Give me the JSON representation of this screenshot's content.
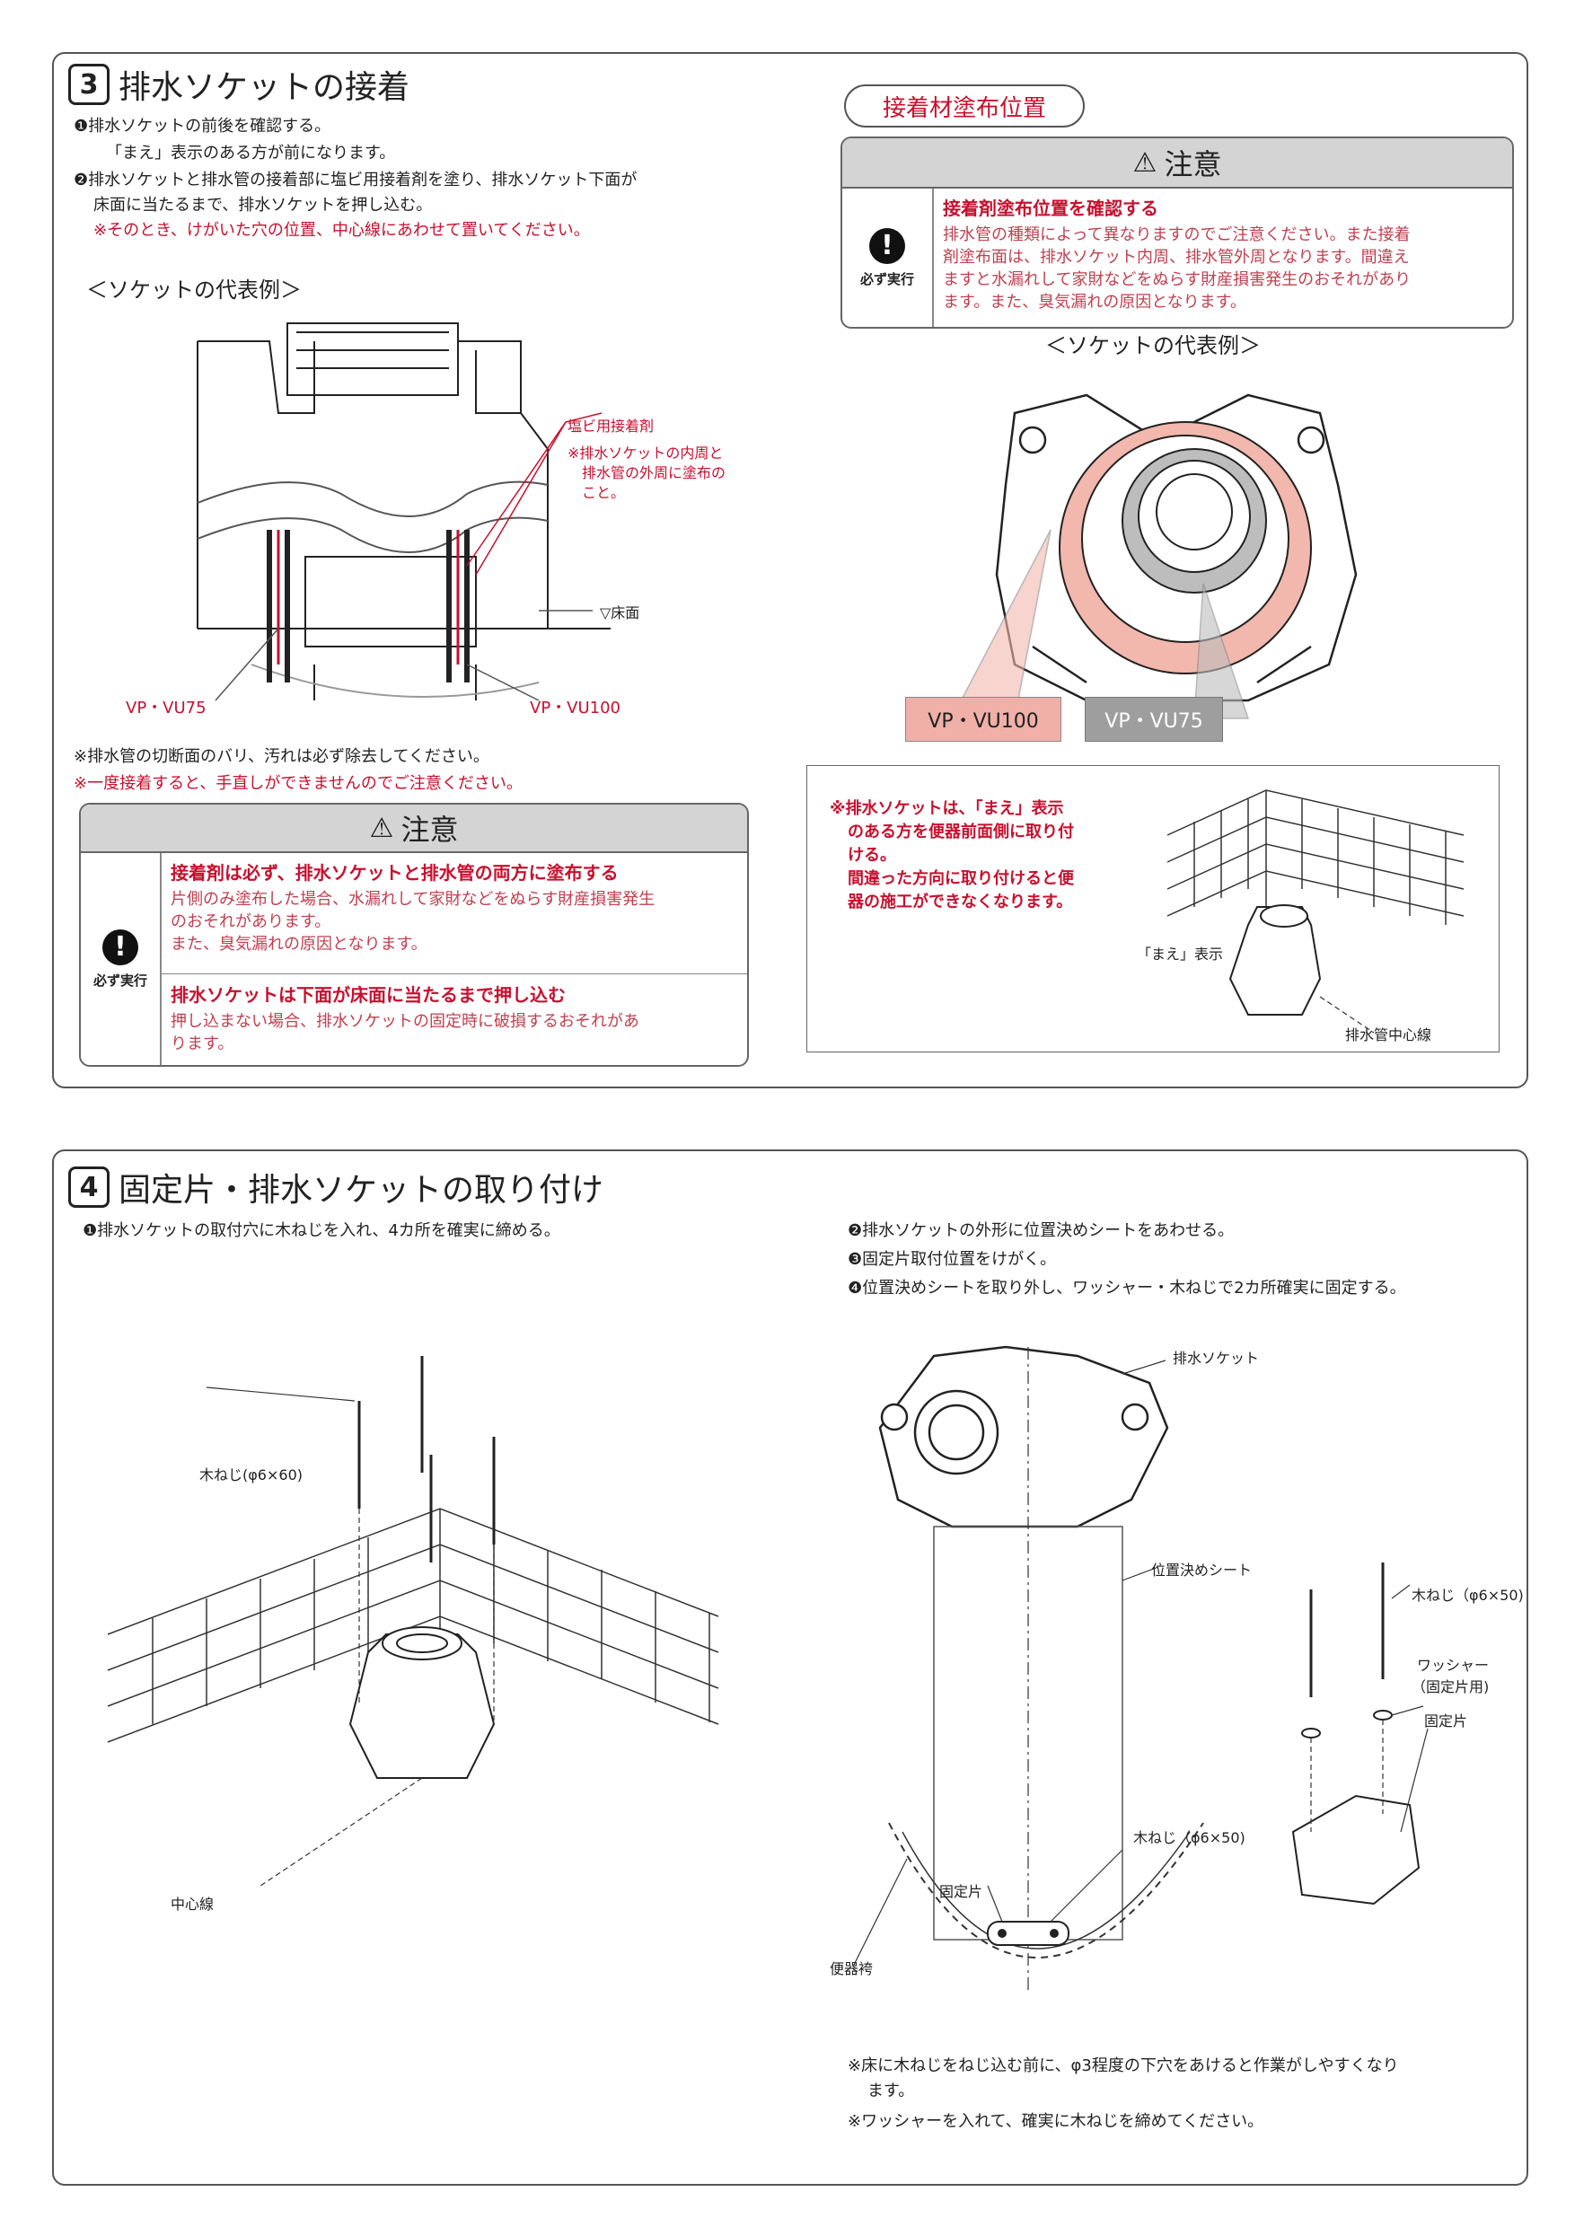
{
  "sec3": {
    "num": "3",
    "title": "排水ソケットの接着",
    "step1": "❶排水ソケットの前後を確認する。",
    "step1b": "「まえ」表示のある方が前になります。",
    "step2": "❷排水ソケットと排水管の接着部に塩ビ用接着剤を塗り、排水ソケット下面が",
    "step2b": "床面に当たるまで、排水ソケットを押し込む。",
    "step2note": "※そのとき、けがいた穴の位置、中心線にあわせて置いてください。",
    "example": "＜ソケットの代表例＞",
    "adhesive_label": "塩ビ用接着剤",
    "adhesive_note1": "※排水ソケットの内周と",
    "adhesive_note2": "排水管の外周に塗布の",
    "adhesive_note3": "こと。",
    "floor": "▽床面",
    "vp75": "VP・VU75",
    "vp100": "VP・VU100",
    "note1": "※排水管の切断面のバリ、汚れは必ず除去してください。",
    "note2": "※一度接着すると、手直しができませんのでご注意ください。",
    "caution": {
      "title": "注意",
      "side": "必ず実行",
      "h1": "接着剤は必ず、排水ソケットと排水管の両方に塗布する",
      "b1a": "片側のみ塗布した場合、水漏れして家財などをぬらす財産損害発生",
      "b1b": "のおそれがあります。",
      "b1c": "また、臭気漏れの原因となります。",
      "h2": "排水ソケットは下面が床面に当たるまで押し込む",
      "b2a": "押し込まない場合、排水ソケットの固定時に破損するおそれがあ",
      "b2b": "ります。"
    },
    "right": {
      "pill": "接着材塗布位置",
      "caution_title": "注意",
      "side": "必ず実行",
      "h": "接着剤塗布位置を確認する",
      "b1": "排水管の種類によって異なりますのでご注意ください。また接着",
      "b2": "剤塗布面は、排水ソケット内周、排水管外周となります。間違え",
      "b3": "ますと水漏れして家財などをぬらす財産損害発生のおそれがあり",
      "b4": "ます。また、臭気漏れの原因となります。",
      "example": "＜ソケットの代表例＞",
      "vp100": "VP・VU100",
      "vp75": "VP・VU75",
      "box1": "※排水ソケットは、「まえ」表示",
      "box2": "のある方を便器前面側に取り付",
      "box3": "ける。",
      "box4": "間違った方向に取り付けると便",
      "box5": "器の施工ができなくなります。",
      "mae": "「まえ」表示",
      "center": "排水管中心線"
    }
  },
  "sec4": {
    "num": "4",
    "title": "固定片・排水ソケットの取り付け",
    "step1": "❶排水ソケットの取付穴に木ねじを入れ、4カ所を確実に締める。",
    "step2": "❷排水ソケットの外形に位置決めシートをあわせる。",
    "step3": "❸固定片取付位置をけがく。",
    "step4": "❹位置決めシートを取り外し、ワッシャー・木ねじで2カ所確実に固定する。",
    "screw60": "木ねじ(φ6×60)",
    "centerline": "中心線",
    "socket": "排水ソケット",
    "sheet": "位置決めシート",
    "screw50a": "木ねじ（φ6×50)",
    "screw50b": "木ねじ（φ6×50)",
    "washer1": "ワッシャー",
    "washer2": "（固定片用)",
    "fixpiece": "固定片",
    "fixpiece2": "固定片",
    "benki": "便器袴",
    "note1": "※床に木ねじをねじ込む前に、φ3程度の下穴をあけると作業がしやすくなり",
    "note1b": "ます。",
    "note2": "※ワッシャーを入れて、確実に木ねじを締めてください。"
  }
}
